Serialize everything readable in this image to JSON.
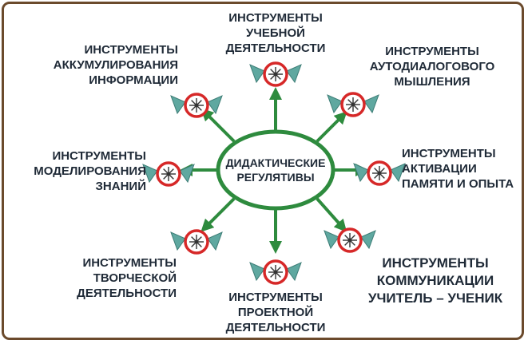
{
  "center": {
    "lines": [
      "ДИДАКТИЧЕСКИЕ",
      "РЕГУЛЯТИВЫ"
    ]
  },
  "nodes": [
    {
      "id": "top",
      "lines": [
        "ИНСТРУМЕНТЫ",
        "УЧЕБНОЙ",
        "ДЕЯТЕЛЬНОСТИ"
      ]
    },
    {
      "id": "top-right",
      "lines": [
        "ИНСТРУМЕНТЫ",
        "АУТОДИАЛОГОВОГО",
        "МЫШЛЕНИЯ"
      ]
    },
    {
      "id": "right",
      "lines": [
        "ИНСТРУМЕНТЫ",
        "АКТИВАЦИИ",
        "ПАМЯТИ И ОПЫТА"
      ]
    },
    {
      "id": "bottom-right",
      "lines": [
        "ИНСТРУМЕНТЫ",
        "КОММУНИКАЦИИ",
        "УЧИТЕЛЬ – УЧЕНИК"
      ]
    },
    {
      "id": "bottom",
      "lines": [
        "ИНСТРУМЕНТЫ",
        "ПРОЕКТНОЙ",
        "ДЕЯТЕЛЬНОСТИ"
      ]
    },
    {
      "id": "bottom-left",
      "lines": [
        "ИНСТРУМЕНТЫ",
        "ТВОРЧЕСКОЙ",
        "ДЕЯТЕЛЬНОСТИ"
      ]
    },
    {
      "id": "left",
      "lines": [
        "ИНСТРУМЕНТЫ",
        "МОДЕЛИРОВАНИЯ",
        "ЗНАНИЙ"
      ]
    },
    {
      "id": "top-left",
      "lines": [
        "ИНСТРУМЕНТЫ",
        "АККУМУЛИРОВАНИЯ",
        "ИНФОРМАЦИИ"
      ]
    }
  ],
  "colors": {
    "frame": "#6b4a2c",
    "arrow": "#2e8b3e",
    "ellipse_stroke": "#2e8b3e",
    "icon_ring": "#d62828",
    "icon_wing": "#5fa8a0",
    "text": "#1f2a37"
  },
  "icon": "wheel-icon"
}
